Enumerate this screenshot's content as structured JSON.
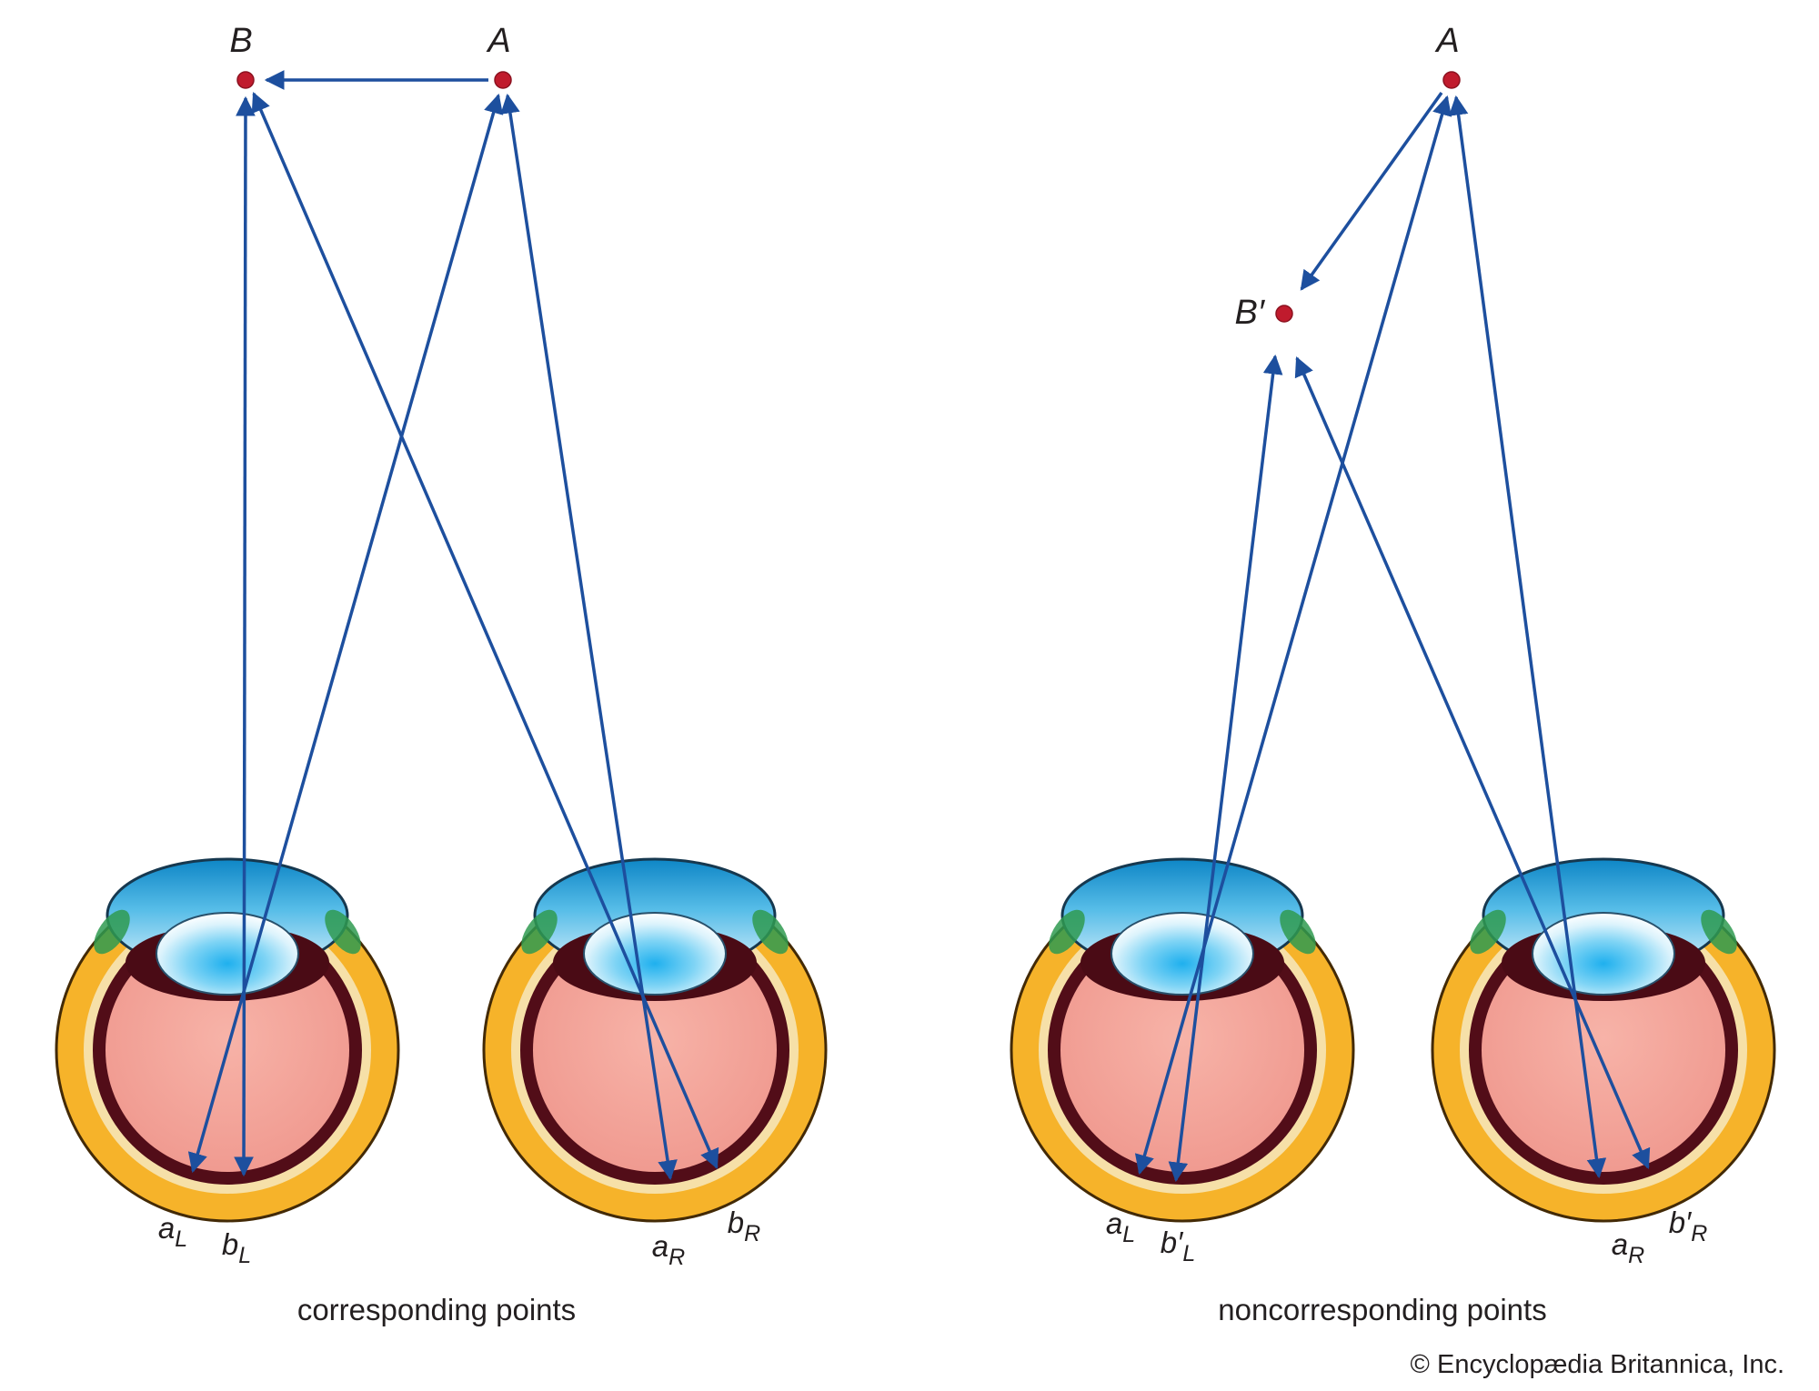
{
  "figure": {
    "type": "binocular-vision-corresponding-points-diagram",
    "copyright": "© Encyclopædia Britannica, Inc.",
    "colors": {
      "ray_blue": "#1d4f9e",
      "point_red": "#c01b2d",
      "sclera_orange": "#f2a517",
      "choroid_maroon": "#520d18",
      "interior_pink": "#f0998f",
      "cornea_blue": "#2fa9e0",
      "text": "#231f20"
    }
  },
  "left_panel": {
    "caption": "corresponding points",
    "point_labels": {
      "b": "B",
      "a": "A"
    },
    "retina_labels": [
      {
        "base": "a",
        "sub": "L"
      },
      {
        "base": "b",
        "sub": "L"
      },
      {
        "base": "a",
        "sub": "R"
      },
      {
        "base": "b",
        "sub": "R"
      }
    ]
  },
  "right_panel": {
    "caption": "noncorresponding points",
    "point_labels": {
      "a": "A",
      "b_prime": "B′"
    },
    "retina_labels": [
      {
        "base": "a",
        "sub": "L"
      },
      {
        "base": "b′",
        "sub": "L"
      },
      {
        "base": "a",
        "sub": "R"
      },
      {
        "base": "b′",
        "sub": "R"
      }
    ]
  }
}
